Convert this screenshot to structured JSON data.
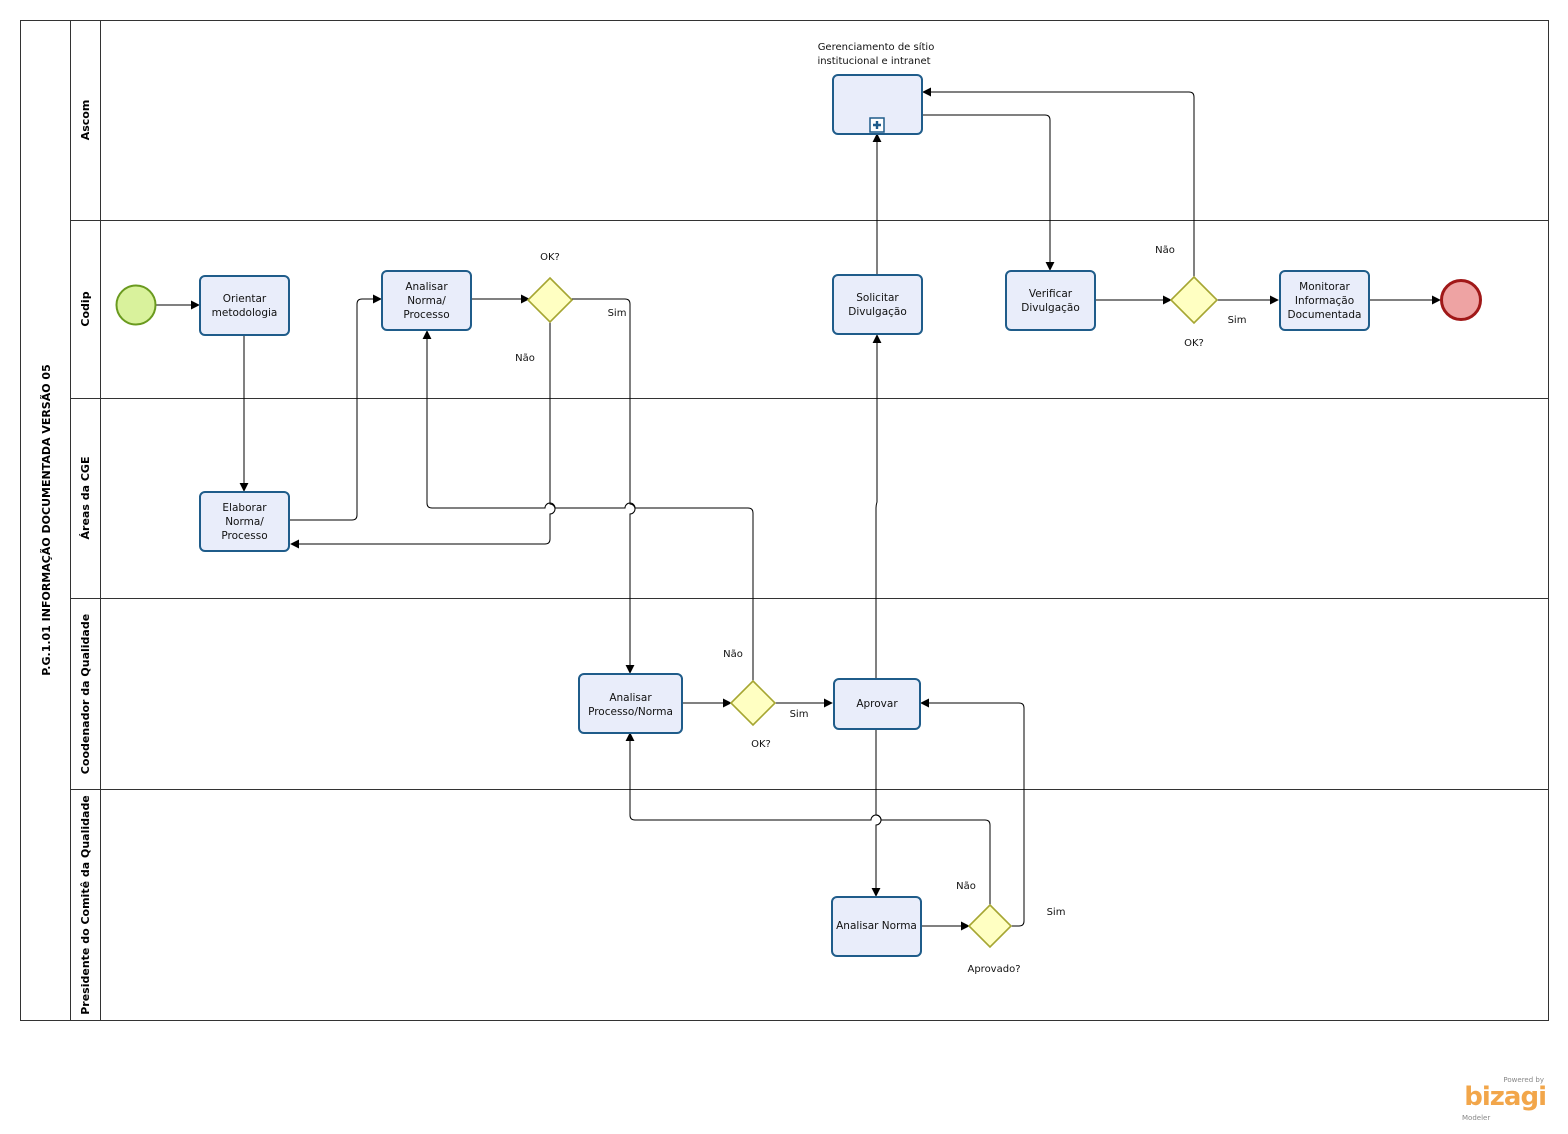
{
  "pool": {
    "title": "P.G.1.01 INFORMAÇÃO DOCUMENTADA   VERSÃO 05"
  },
  "lanes": [
    "Ascom",
    "Codip",
    "Áreas da CGE",
    "Coodenador da Qualidade",
    "Presidente do Comitê da Qualidade"
  ],
  "tasks": {
    "orientar": [
      "Orientar",
      "metodologia"
    ],
    "elaborar": [
      "Elaborar",
      "Norma/",
      "Processo"
    ],
    "analisar_norma_processo": [
      "Analisar",
      "Norma/",
      "Processo"
    ],
    "solicitar": [
      "Solicitar",
      "Divulgação"
    ],
    "verificar": [
      "Verificar",
      "Divulgação"
    ],
    "monitorar": [
      "Monitorar",
      "Informação",
      "Documentada"
    ],
    "analisar_processo_norma": [
      "Analisar",
      "Processo/Norma"
    ],
    "aprovar": [
      "Aprovar"
    ],
    "analisar_norma": [
      "Analisar Norma"
    ]
  },
  "subprocess": {
    "title_line1": "Gerenciamento de sítio",
    "title_line2": "institucional e intranet"
  },
  "gateways": {
    "g1": "OK?",
    "g2": "OK?",
    "g3": "OK?",
    "g4": "Aprovado?"
  },
  "flow_labels": {
    "g1_yes": "Sim",
    "g1_no": "Não",
    "g2_yes": "Sim",
    "g2_no": "Não",
    "g3_yes": "Sim",
    "g3_no": "Não",
    "g4_yes": "Sim",
    "g4_no": "Não"
  },
  "branding": {
    "powered": "Powered by",
    "name": "bizagi",
    "product": "Modeler"
  },
  "colors": {
    "task_fill": "#e9edfa",
    "task_stroke": "#1f5c8a",
    "gateway_fill": "#ffffc2",
    "gateway_stroke": "#a6a632",
    "start_fill": "#d9f29c",
    "start_stroke": "#6a9a1f",
    "end_fill": "#eea3a3",
    "end_stroke": "#a01818",
    "brand": "#f2a64a"
  }
}
